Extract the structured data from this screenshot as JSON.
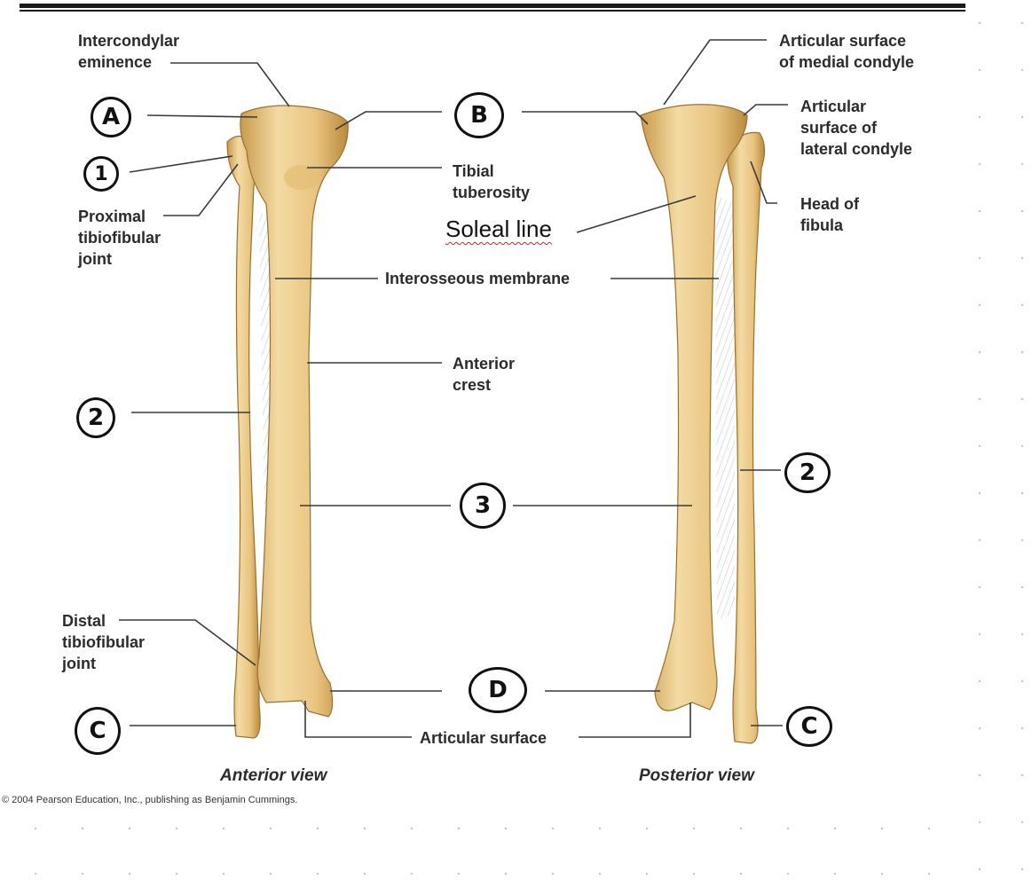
{
  "labels": {
    "intercondylar": "Intercondylar\neminence",
    "proximal_joint": "Proximal\ntibiofibular\njoint",
    "tibial_tuberosity": "Tibial\ntuberosity",
    "soleal_line": "Soleal line",
    "interosseous": "Interosseous membrane",
    "anterior_crest": "Anterior\ncrest",
    "distal_joint": "Distal\ntibiofibular\njoint",
    "articular_surface": "Articular surface",
    "art_medial": "Articular surface\nof medial condyle",
    "art_lateral": "Articular\nsurface of\nlateral condyle",
    "head_fibula": "Head of\nfibula"
  },
  "markers": {
    "A": "A",
    "B": "B",
    "one": "1",
    "two_left": "2",
    "two_right": "2",
    "three": "3",
    "C_left": "C",
    "C_right": "C",
    "D": "D"
  },
  "views": {
    "anterior": "Anterior view",
    "posterior": "Posterior view"
  },
  "copyright": "© 2004 Pearson Education, Inc., publishing as Benjamin Cummings."
}
